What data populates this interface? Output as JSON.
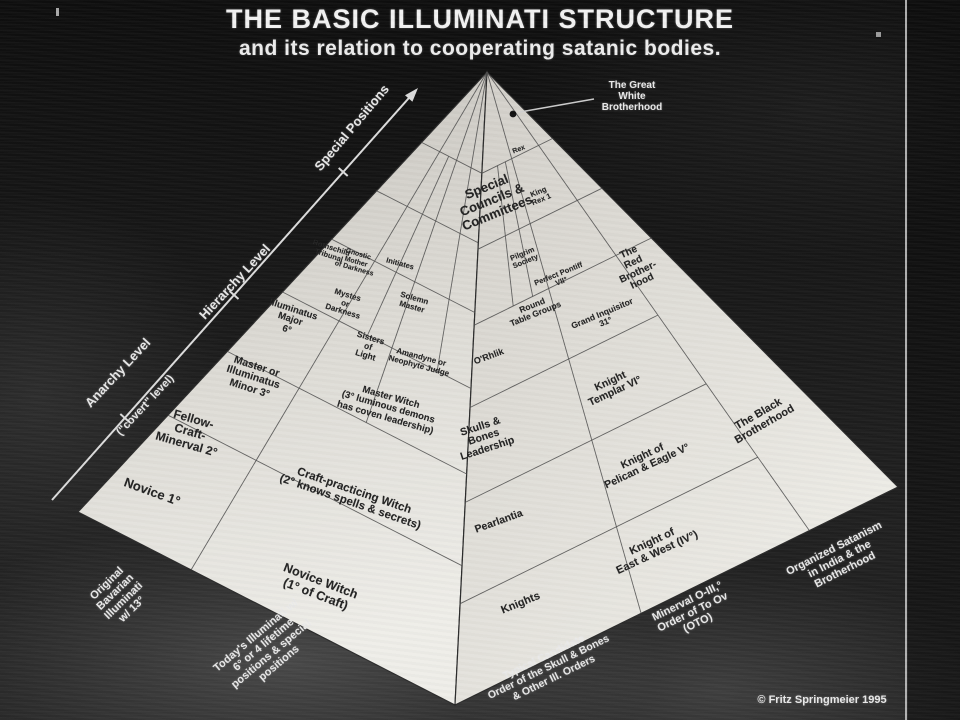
{
  "header": {
    "title": "THE BASIC ILLUMINATI STRUCTURE",
    "subtitle": "and its relation to cooperating satanic bodies."
  },
  "axis": {
    "anarchy": "Anarchy Level",
    "anarchy_sub": "(\"covert\" level)",
    "hierarchy": "Hierarchy Level",
    "special": "Special Positions"
  },
  "outer": {
    "original_bavarian": "Original\nBavarian\nIlluminati\nw/ 13°",
    "todays": "Today's Illuminati w/\n6° or 4 lifetime\npositions & special\npositions",
    "typical_candidate": "Typical Candidate\nOrder of the Skull & Bones\n& Other Ill. Orders",
    "minerval": "Minerval O-III,°\nOrder of To Ov\n(OTO)",
    "organized_satanism": "Organized Satanism\nin India & the\nBrotherhood",
    "great_white": "The Great\nWhite\nBrotherhood",
    "copyright": "© Fritz Springmeier 1995"
  },
  "left_face": {
    "novice": "Novice 1°",
    "fellow_craft": "Fellow-\nCraft-\nMinerval 2°",
    "master_minor": "Master or\nIlluminatus\nMinor 3°",
    "illuminatus_major": "Illuminatus\nMajor\n6°",
    "rothschild": "Rothschild\nTribunal",
    "gnostic_mother": "Gnostic\nMother\nof Darkness",
    "initiates": "Initiates",
    "mystes": "Mystes\nor\nDarkness",
    "sisters_of_light": "Sisters\nof\nLight",
    "solemn_master": "Solemn\nMaster",
    "amandyne": "Amandyne or\nNeophyte Judge",
    "master_witch": "Master Witch\n(3° luminous demons\nhas coven leadership)",
    "craft_witch": "Craft-practicing Witch\n(2° knows spells & secrets)",
    "novice_witch": "Novice Witch\n(1° of Craft)"
  },
  "right_face": {
    "special_councils": "Special\nCouncils &\nCommittees",
    "rex": "Rex",
    "king_rex": "King\nRex 1",
    "pilgrim": "Pilgrim\nSociety",
    "perfect_pontiff": "Perfect Pontiff\nVII°",
    "round_table": "Round\nTable Groups",
    "grand_inquisitor": "Grand Inquisitor\n31°",
    "orhlik": "O'Rhlik",
    "skulls_bones": "Skulls &\nBones\nLeadership",
    "pearlantia": "Pearlantia",
    "knights": "Knights",
    "knight_east_west": "Knight of\nEast & West (IV°)",
    "knight_pelican": "Knight of\nPelican & Eagle V°",
    "knight_templar": "Knight\nTemplar VI°",
    "red_brotherhood": "The\nRed\nBrother-\nhood",
    "black_brotherhood": "The Black\nBrotherhood"
  },
  "colors": {
    "background": "#171717",
    "face_light": "#ecebe6",
    "face_mid": "#c9c6c0",
    "grid_line": "#4d4d4d",
    "text_dark": "#232323",
    "text_light": "#e9e9e9"
  }
}
